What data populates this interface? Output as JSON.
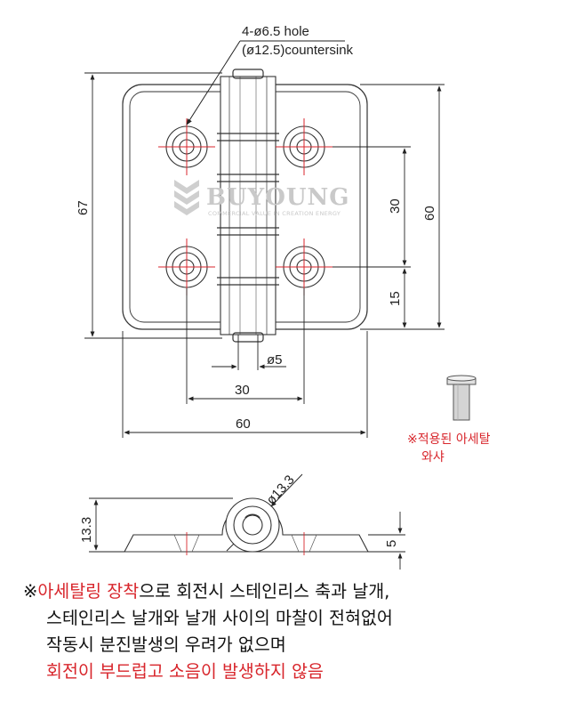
{
  "labels": {
    "hole_line1": "4-ø6.5 hole",
    "hole_line2": "(ø12.5)countersink",
    "dim_67": "67",
    "dim_60_right": "60",
    "dim_30_right": "30",
    "dim_15": "15",
    "dim_pin": "ø5",
    "dim_30_bottom": "30",
    "dim_60_bottom": "60",
    "dim_13_3_side": "13.3",
    "dim_13_3_dia": "ø13.3",
    "dim_5": "5"
  },
  "watermark": {
    "brand": "BUYOUNG",
    "tagline": "COMMERCIAL VALUE IN CREATION ENERGY"
  },
  "washer_note": {
    "line1": "※적용된 아세탈",
    "line2": "와샤"
  },
  "notes": {
    "mark": "※",
    "line1_red": "아세탈링 장착",
    "line1_rest": "으로 회전시 스테인리스 축과 날개,",
    "line2": "스테인리스 날개와 날개 사이의 마찰이 전혀없어",
    "line3": "작동시 분진발생의 우려가 없으며",
    "line4_red": "회전이 부드럽고 소음이 발생하지 않음"
  },
  "colors": {
    "text_red": "#d8262c",
    "outline": "#333333",
    "center_red": "#d8262c"
  }
}
